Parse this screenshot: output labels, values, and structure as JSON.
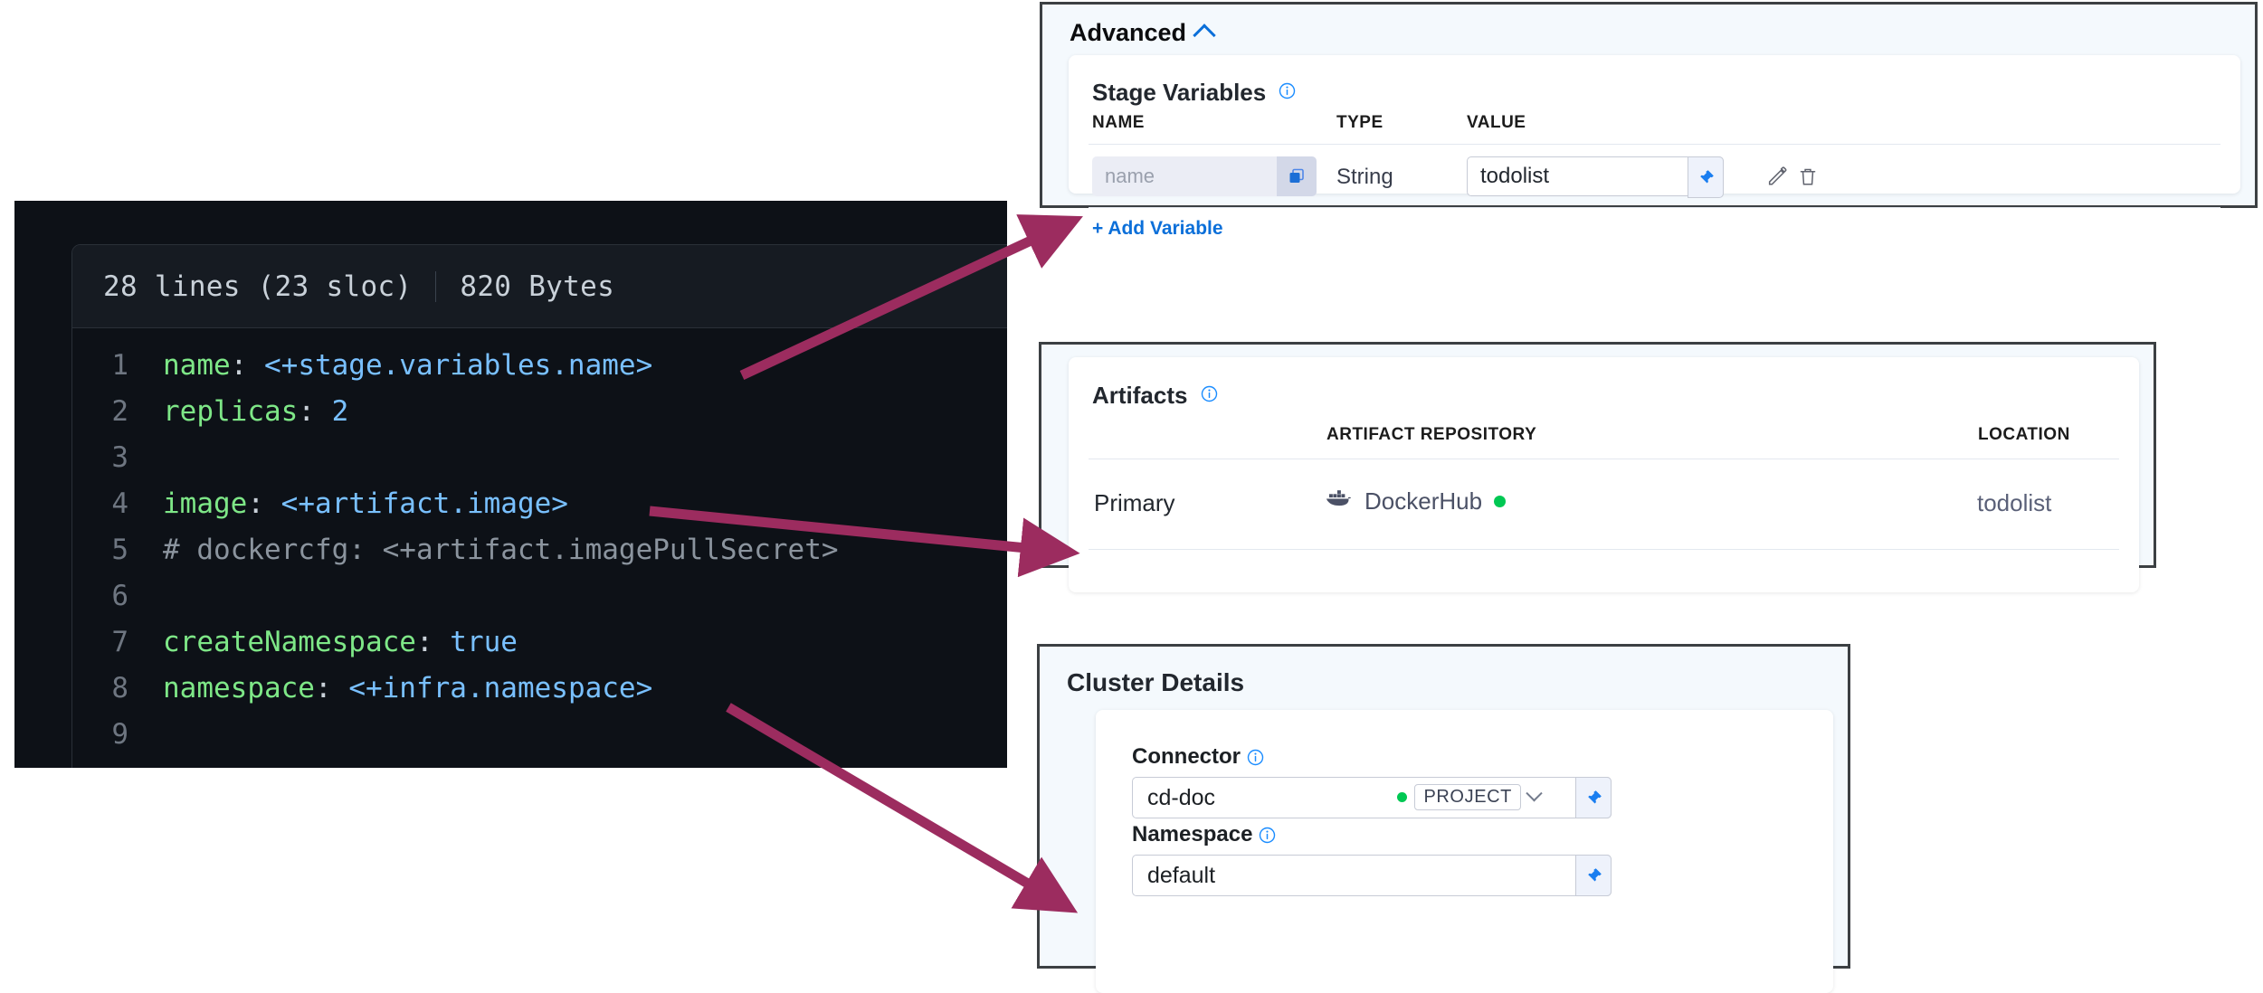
{
  "code_viewer": {
    "lines_meta": "28 lines (23 sloc)",
    "size_meta": "820 Bytes",
    "lines": [
      {
        "no": "1",
        "key": "name:",
        "value": " <+stage.variables.name>",
        "kind": "kv"
      },
      {
        "no": "2",
        "key": "replicas:",
        "value": " 2",
        "kind": "kv"
      },
      {
        "no": "3",
        "key": "",
        "value": "",
        "kind": "blank"
      },
      {
        "no": "4",
        "key": "image:",
        "value": " <+artifact.image>",
        "kind": "kv"
      },
      {
        "no": "5",
        "key": "",
        "value": "# dockercfg: <+artifact.imagePullSecret>",
        "kind": "comment"
      },
      {
        "no": "6",
        "key": "",
        "value": "",
        "kind": "blank"
      },
      {
        "no": "7",
        "key": "createNamespace:",
        "value": " true",
        "kind": "kv"
      },
      {
        "no": "8",
        "key": "namespace:",
        "value": " <+infra.namespace>",
        "kind": "kv"
      },
      {
        "no": "9",
        "key": "",
        "value": "",
        "kind": "blank"
      }
    ]
  },
  "advanced": {
    "header": "Advanced",
    "chevron": "chevron-up-icon",
    "stage_variables_label": "Stage Variables",
    "columns": {
      "name": "NAME",
      "type": "TYPE",
      "value": "VALUE"
    },
    "rows": [
      {
        "name_placeholder": "name",
        "name_value": "",
        "type": "String",
        "value": "todolist",
        "copy_icon": "copy-icon",
        "pin_icon": "pin-icon",
        "edit_icon": "pencil-icon",
        "delete_icon": "trash-icon"
      }
    ],
    "add_variable_label": "+ Add Variable"
  },
  "artifacts": {
    "label": "Artifacts",
    "columns": {
      "repository": "ARTIFACT REPOSITORY",
      "location": "LOCATION"
    },
    "rows": [
      {
        "type": "Primary",
        "repository": "DockerHub",
        "repository_icon": "docker-whale-icon",
        "status": "connected",
        "location": "todolist"
      }
    ]
  },
  "cluster_details": {
    "title": "Cluster Details",
    "connector": {
      "label": "Connector",
      "value": "cd-doc",
      "scope_badge": "PROJECT",
      "status": "connected",
      "pin_icon": "pin-icon",
      "chevron": "chevron-down-icon"
    },
    "namespace": {
      "label": "Namespace",
      "value": "default",
      "pin_icon": "pin-icon"
    }
  },
  "colors": {
    "accent_blue": "#0b6fd9",
    "arrow_maroon": "#9c2c5f",
    "status_green": "#00c853",
    "panel_bg": "#f4f9fd",
    "panel_border": "#3c4043",
    "code_bg": "#0d1117",
    "code_key_green": "#7ee787",
    "code_value_blue": "#79c0ff",
    "code_comment_gray": "#8b949e"
  },
  "annotations": {
    "arrows": [
      {
        "name": "arrow-name-to-stage-variable",
        "from_label": "<+stage.variables.name>",
        "to_label": "name field"
      },
      {
        "name": "arrow-image-to-artifact",
        "from_label": "<+artifact.image>",
        "to_label": "Primary artifact"
      },
      {
        "name": "arrow-namespace-to-cluster",
        "from_label": "<+infra.namespace>",
        "to_label": "Namespace field"
      }
    ]
  }
}
